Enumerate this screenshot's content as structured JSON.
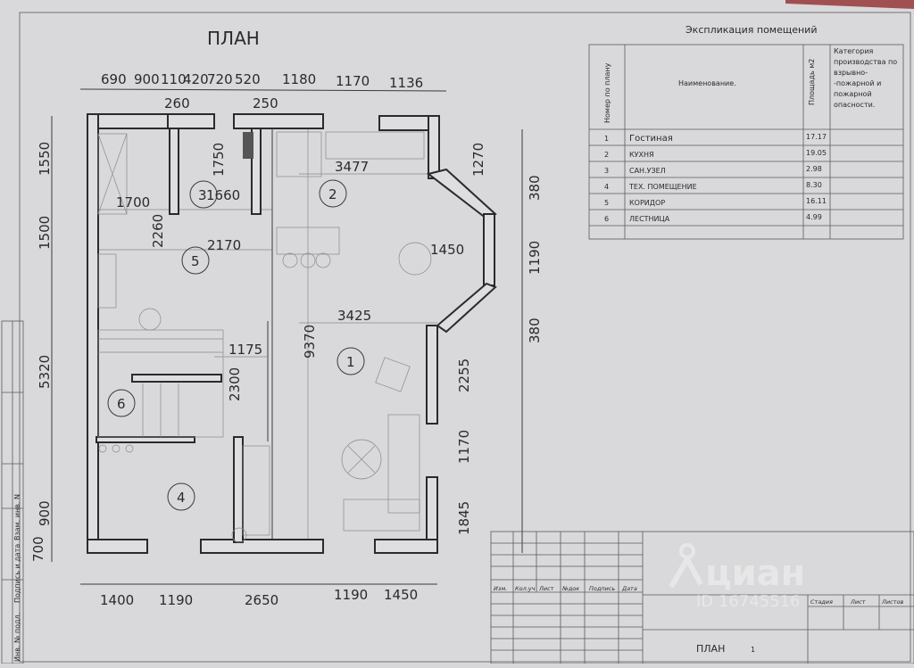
{
  "plan": {
    "title": "ПЛАН",
    "top_dims": [
      "690",
      "900",
      "110",
      "420",
      "720",
      "520",
      "1180",
      "1170",
      "1136"
    ],
    "top_dims_inner": [
      "260",
      "250"
    ],
    "left_dims": [
      "1550",
      "1500",
      "5320",
      "900",
      "700"
    ],
    "bottom_dims": [
      "1400",
      "1190",
      "2650",
      "1190",
      "1450"
    ],
    "right_dims": [
      "1270",
      "380",
      "1190",
      "380",
      "2255",
      "1170",
      "1845"
    ],
    "inner_dims": [
      "1750",
      "1660",
      "1700",
      "2260",
      "2170",
      "3477",
      "1450",
      "3425",
      "9370",
      "1175",
      "2300"
    ],
    "room_numbers": [
      "1",
      "2",
      "3",
      "4",
      "5",
      "6"
    ]
  },
  "explication": {
    "title": "Экспликация помещений",
    "headers": {
      "number": "Номер по плану",
      "name": "Наименование.",
      "area": "Площадь м2",
      "category": [
        "Категория",
        "производства по",
        "взрывно-",
        "-пожарной и",
        "пожарной",
        "опасности."
      ]
    },
    "rows": [
      {
        "num": "1",
        "name": "Гостиная",
        "area": "17.17"
      },
      {
        "num": "2",
        "name": "КУХНЯ",
        "area": "19.05"
      },
      {
        "num": "3",
        "name": "САН.УЗЕЛ",
        "area": "2.98"
      },
      {
        "num": "4",
        "name": "ТЕХ. ПОМЕЩЕНИЕ",
        "area": "8.30"
      },
      {
        "num": "5",
        "name": "КОРИДОР",
        "area": "16.11"
      },
      {
        "num": "6",
        "name": "ЛЕСТНИЦА",
        "area": "4.99"
      }
    ]
  },
  "title_block": {
    "columns": [
      "Изм.",
      "Кол.уч",
      "Лист",
      "№док",
      "Подпись",
      "Дата"
    ],
    "stage_labels": [
      "Стадия",
      "Лист",
      "Листов"
    ],
    "sheet_name": "ПЛАН",
    "sheet_number": "1"
  },
  "binding_strip": [
    "Инв. № подл.",
    "Подпись и дата",
    "Взам. инв. N"
  ],
  "watermark": {
    "brand": "циан",
    "id": "ID 16745516"
  }
}
